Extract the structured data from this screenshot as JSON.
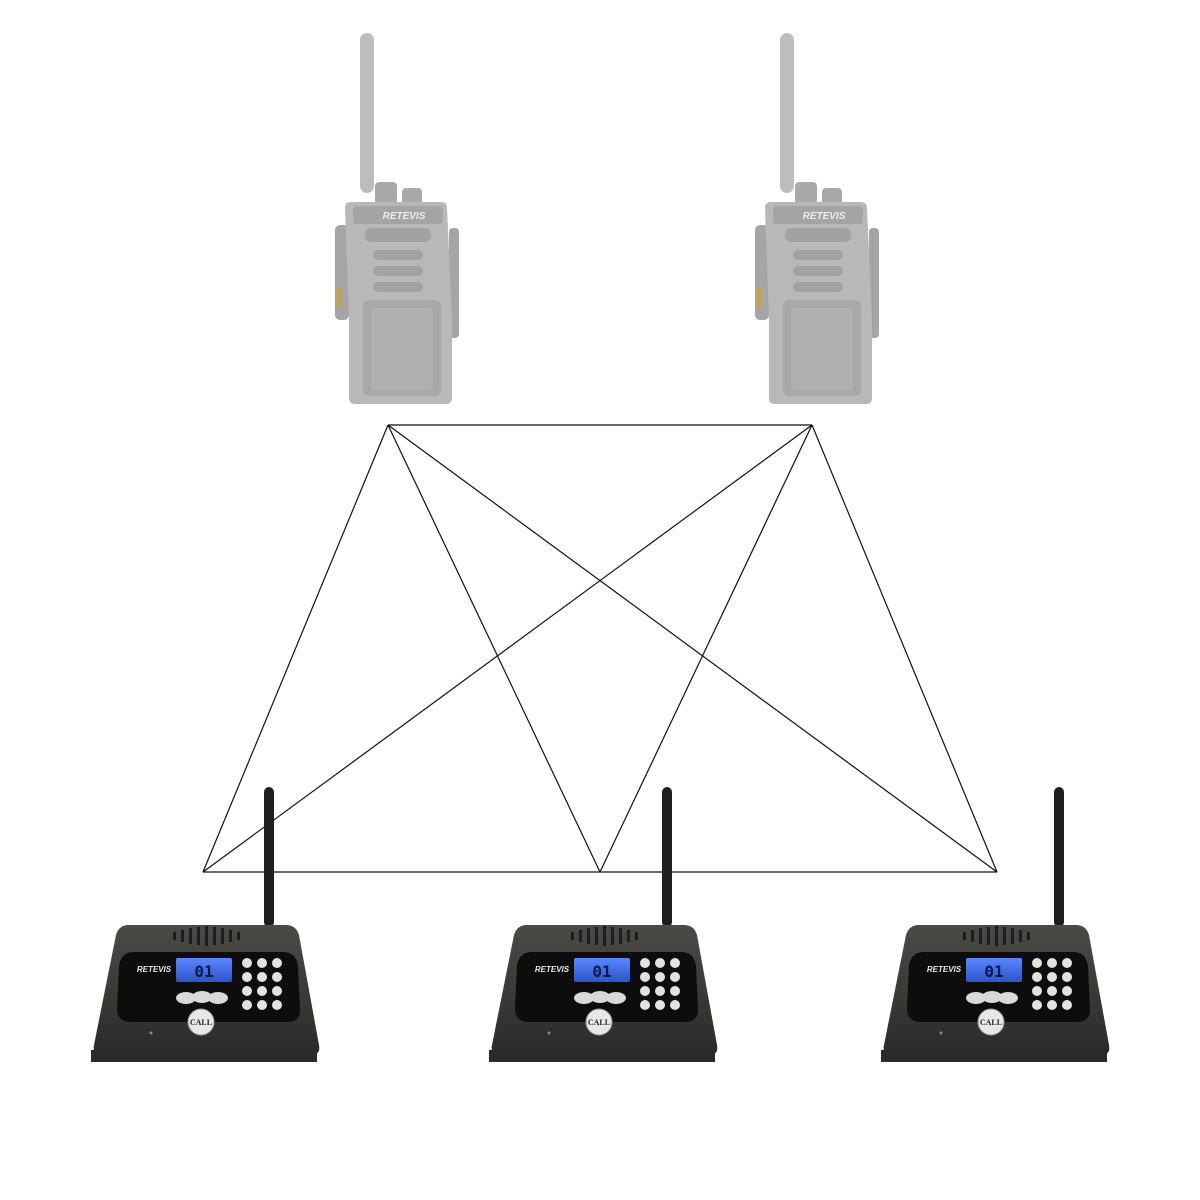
{
  "brand": "RETEVIS",
  "base_stations": [
    {
      "display": "01",
      "call_label": "CALL"
    },
    {
      "display": "01",
      "call_label": "CALL"
    },
    {
      "display": "01",
      "call_label": "CALL"
    }
  ],
  "colors": {
    "radio_body": "#b8b8b8",
    "base_body": "#3a3a38",
    "lcd": "#3f6ae0",
    "link_lines": "#111111"
  }
}
